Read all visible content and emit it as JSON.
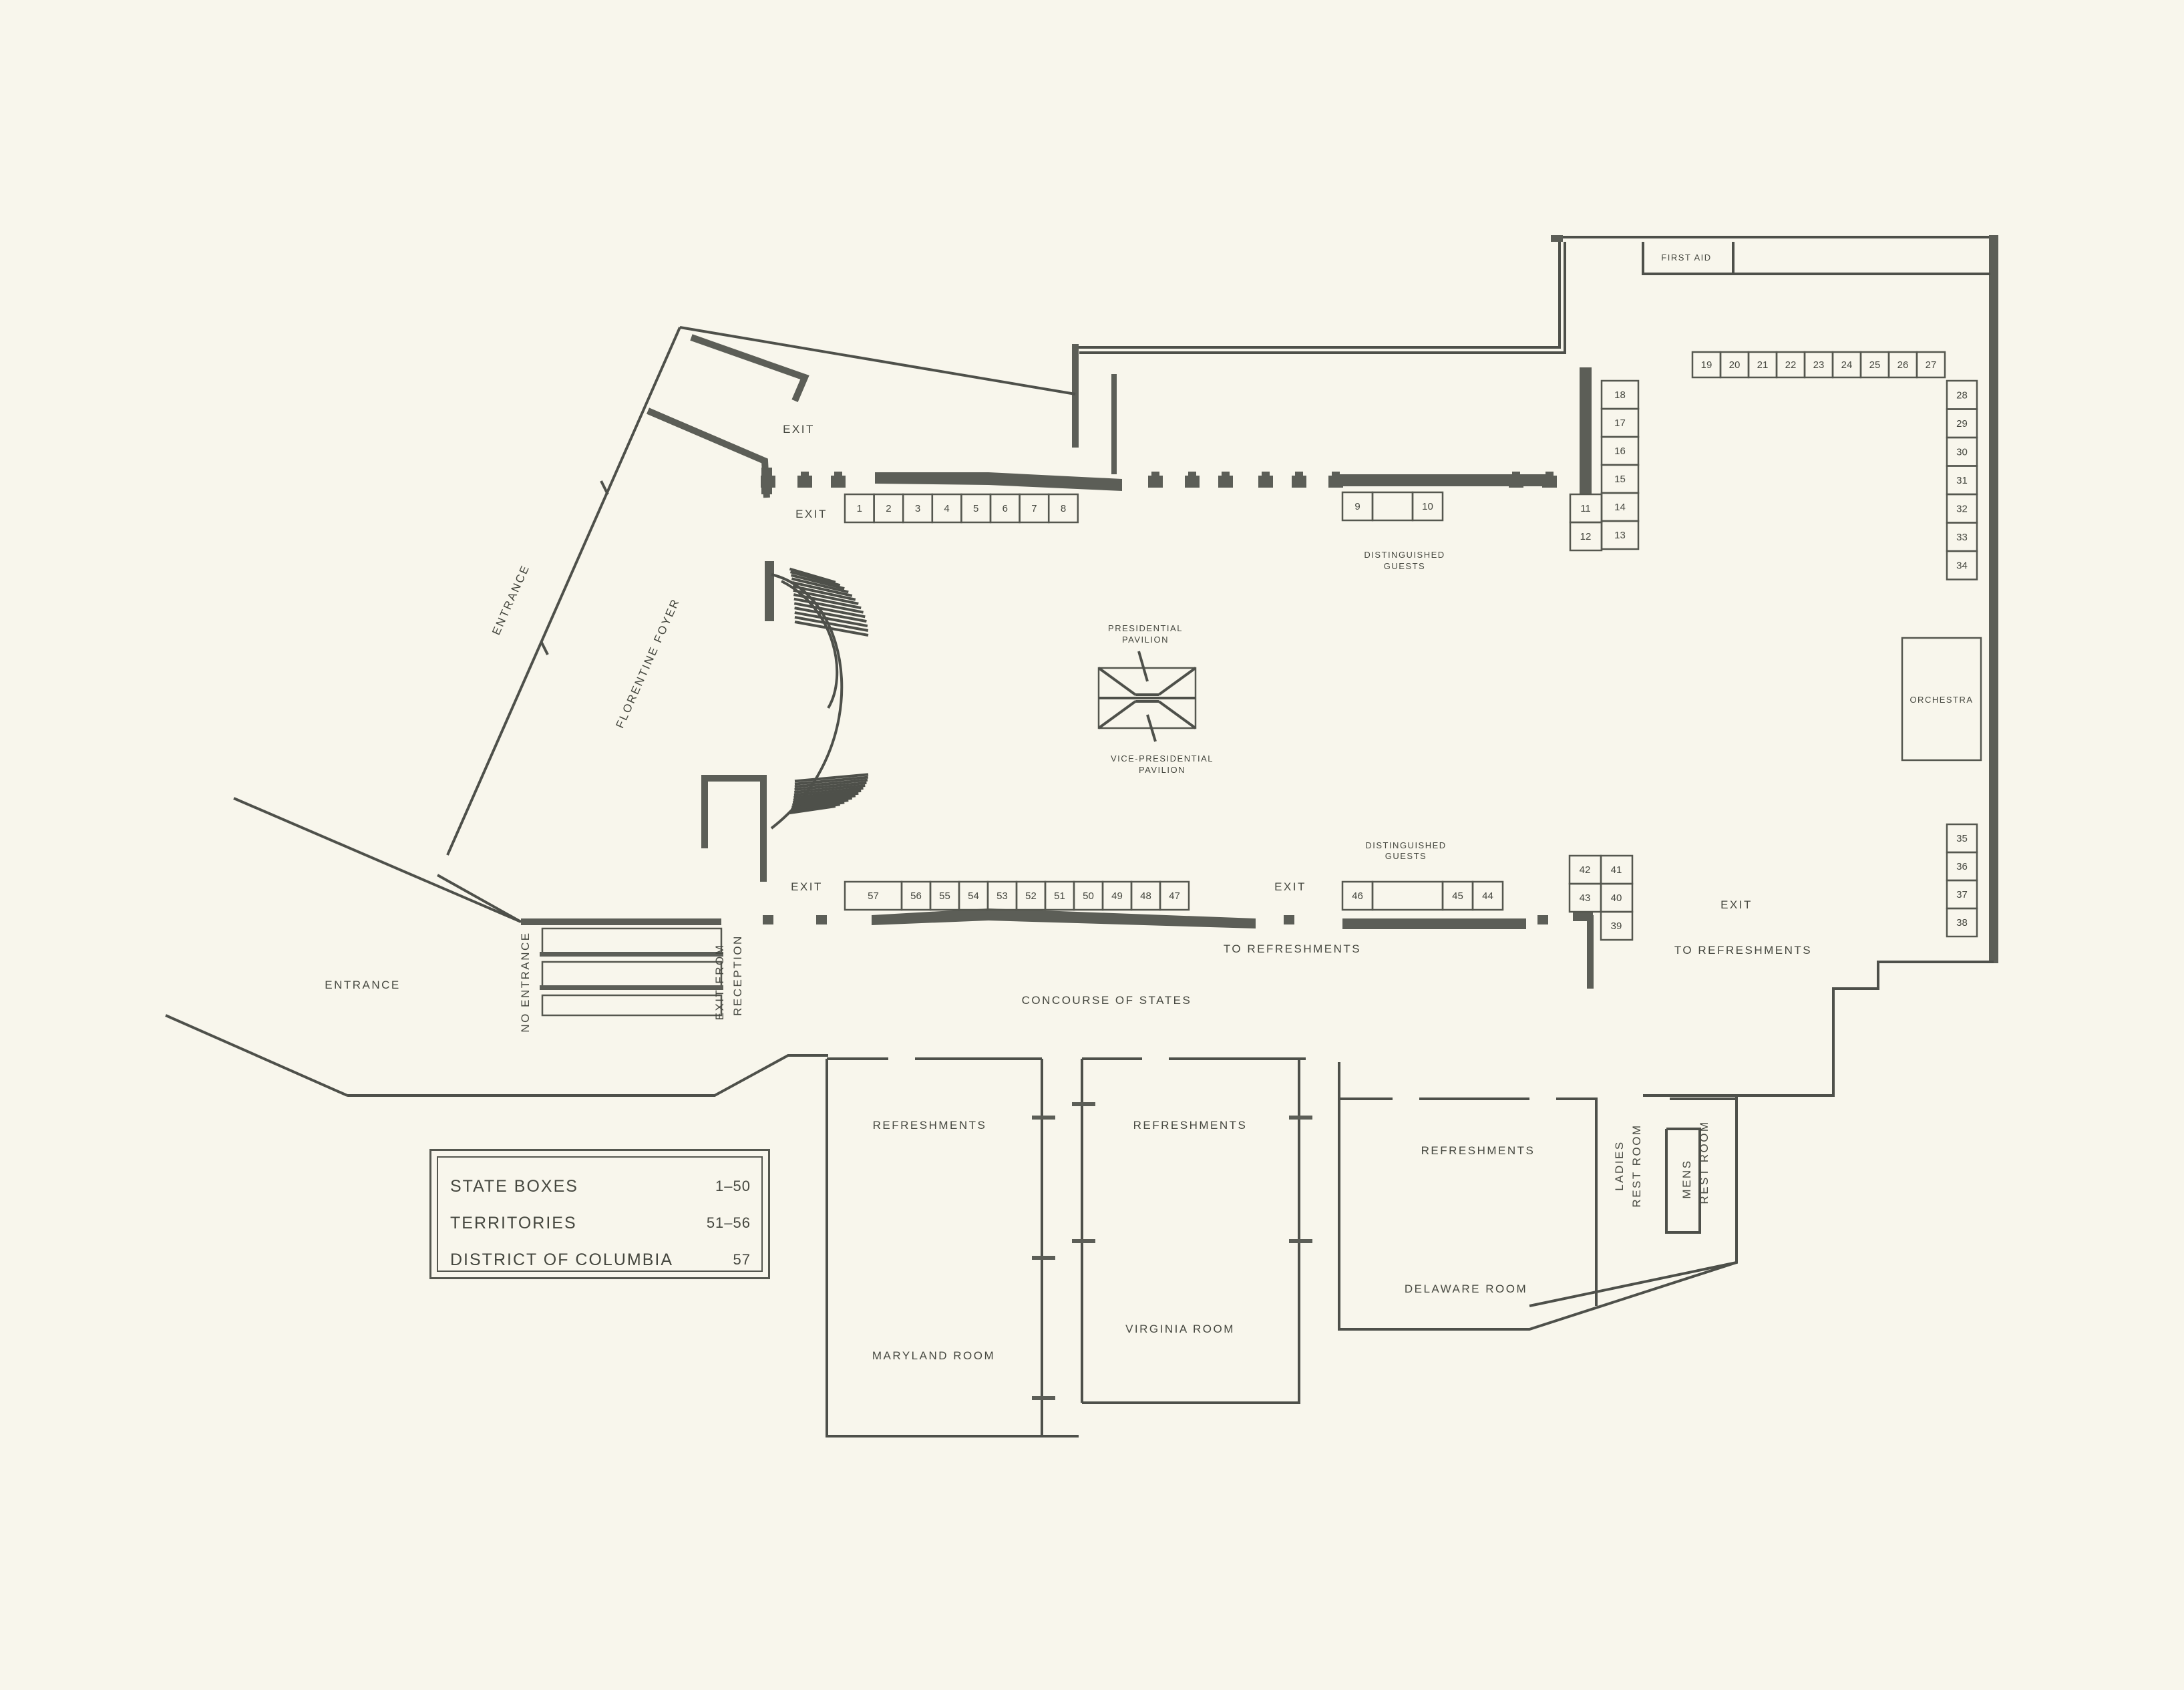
{
  "labels": {
    "entrance_top": "ENTRANCE",
    "florentine_foyer": "FLORENTINE FOYER",
    "entrance_bottom": "ENTRANCE",
    "no_entrance": "NO ENTRANCE",
    "exit_from_reception_1": "EXIT FROM",
    "exit_from_reception_2": "RECEPTION",
    "exit_top": "EXIT",
    "exit_left": "EXIT",
    "exit_bottom_left": "EXIT",
    "exit_bottom_mid": "EXIT",
    "exit_right": "EXIT",
    "first_aid": "FIRST AID",
    "orchestra": "ORCHESTRA",
    "presidential_1": "PRESIDENTIAL",
    "presidential_2": "PAVILION",
    "vice_presidential_1": "VICE-PRESIDENTIAL",
    "vice_presidential_2": "PAVILION",
    "distinguished_top_1": "DISTINGUISHED",
    "distinguished_top_2": "GUESTS",
    "distinguished_bottom_1": "DISTINGUISHED",
    "distinguished_bottom_2": "GUESTS",
    "to_refreshments_1": "TO REFRESHMENTS",
    "to_refreshments_2": "TO REFRESHMENTS",
    "concourse": "CONCOURSE OF STATES",
    "refreshments_md": "REFRESHMENTS",
    "refreshments_va": "REFRESHMENTS",
    "refreshments_de": "REFRESHMENTS",
    "maryland_room": "MARYLAND ROOM",
    "virginia_room": "VIRGINIA ROOM",
    "delaware_room": "DELAWARE ROOM",
    "ladies_1": "LADIES",
    "ladies_2": "REST ROOM",
    "mens_1": "MENS",
    "mens_2": "REST ROOM"
  },
  "boxes": {
    "top_row_a": [
      "1",
      "2",
      "3",
      "4",
      "5",
      "6",
      "7",
      "8"
    ],
    "top_row_b": [
      "9",
      "10"
    ],
    "right_col_a": [
      "18",
      "17",
      "16",
      "15",
      "14",
      "13"
    ],
    "right_col_b": [
      "11",
      "12"
    ],
    "top_row_c": [
      "19",
      "20",
      "21",
      "22",
      "23",
      "24",
      "25",
      "26",
      "27"
    ],
    "east_col_a": [
      "28",
      "29",
      "30",
      "31",
      "32",
      "33",
      "34"
    ],
    "east_col_b": [
      "35",
      "36",
      "37",
      "38"
    ],
    "bottom_row_a": [
      "57",
      "56",
      "55",
      "54",
      "53",
      "52",
      "51",
      "50",
      "49",
      "48",
      "47"
    ],
    "bottom_row_b": [
      "46",
      "45",
      "44"
    ],
    "bottom_col": [
      "42",
      "41",
      "43",
      "40",
      "39"
    ]
  },
  "legend": [
    {
      "label": "STATE BOXES",
      "value": "1–50"
    },
    {
      "label": "TERRITORIES",
      "value": "51–56"
    },
    {
      "label": "DISTRICT OF COLUMBIA",
      "value": "57"
    }
  ]
}
